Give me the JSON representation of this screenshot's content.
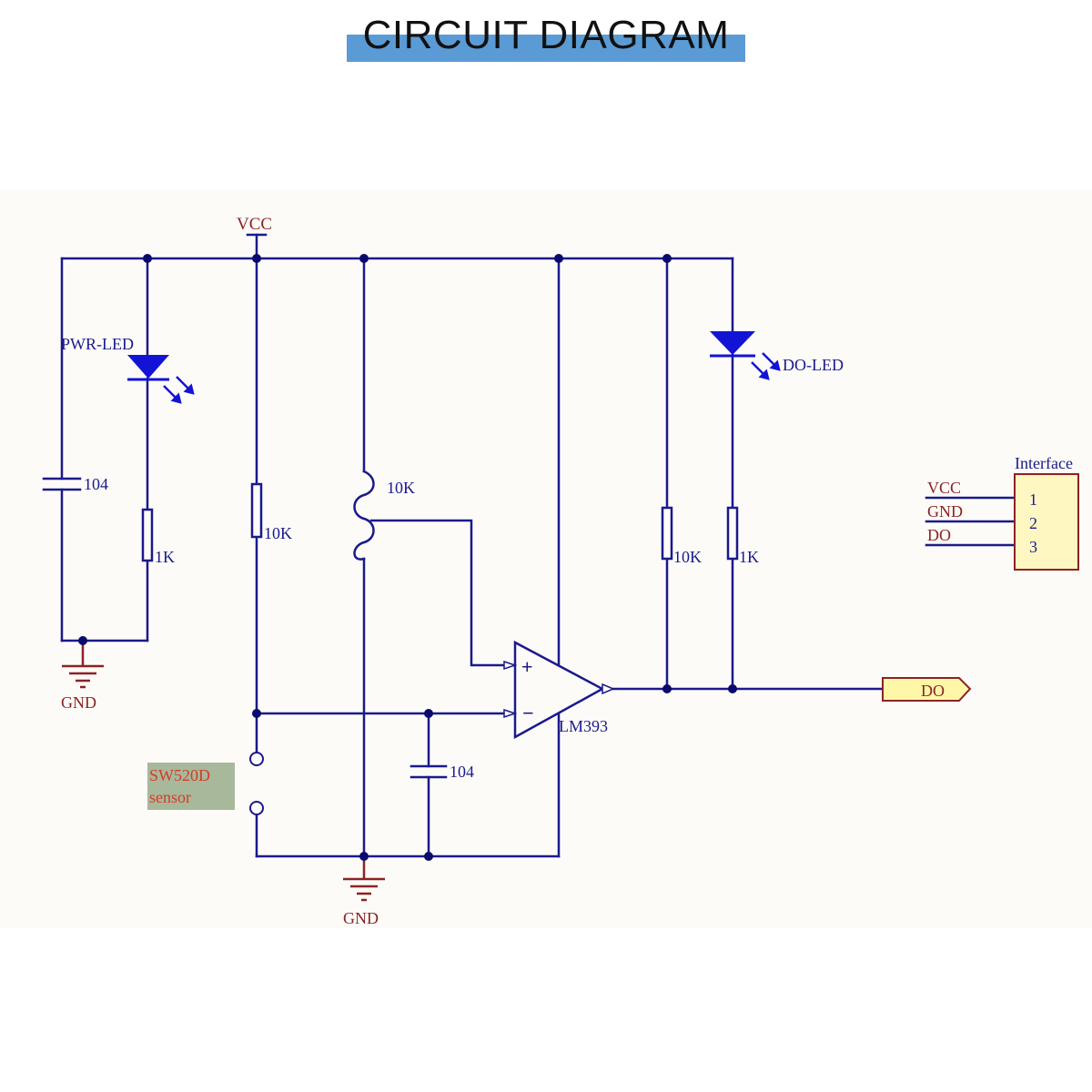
{
  "title": "CIRCUIT DIAGRAM",
  "colors": {
    "wire": "#1a1a8c",
    "net_label": "#8b2323",
    "led": "#1313d6",
    "junction": "#0a0a6e",
    "component_fill": "#fff7c2",
    "sensor_fill": "#a8b89a",
    "sensor_text": "#d23c2c",
    "title_bar": "#5b9bd5"
  },
  "labels": {
    "vcc": "VCC",
    "gnd_left": "GND",
    "gnd_bottom": "GND",
    "pwr_led": "PWR-LED",
    "do_led": "DO-LED",
    "cap_left": "104",
    "cap_bottom": "104",
    "res_pwr": "1K",
    "res_divider": "10K",
    "pot": "10K",
    "res_pullup": "10K",
    "res_do": "1K",
    "comparator": "LM393",
    "plus": "+",
    "minus": "−",
    "sensor_line1": "SW520D",
    "sensor_line2": "sensor",
    "do_port": "DO"
  },
  "interface": {
    "title": "Interface",
    "pins": [
      {
        "name": "VCC",
        "number": "1"
      },
      {
        "name": "GND",
        "number": "2"
      },
      {
        "name": "DO",
        "number": "3"
      }
    ]
  }
}
